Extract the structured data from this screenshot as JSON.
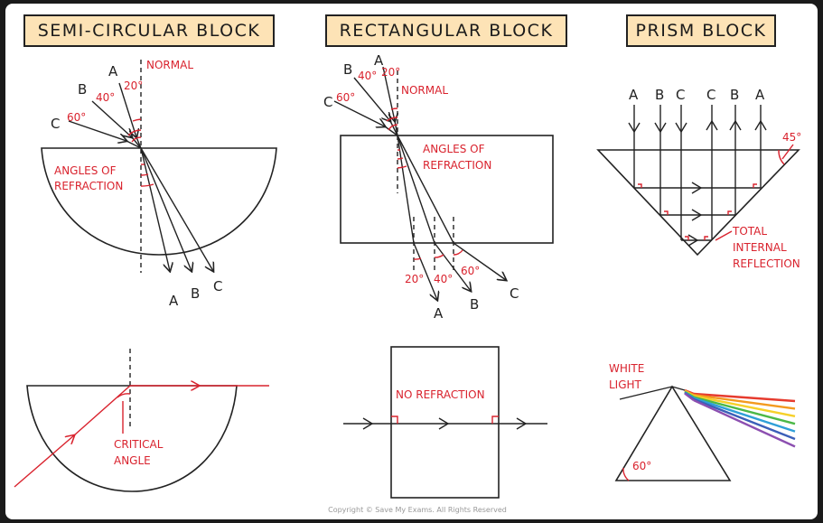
{
  "titles": {
    "semi": "SEMI-CIRCULAR BLOCK",
    "rect": "RECTANGULAR BLOCK",
    "prism": "PRISM BLOCK"
  },
  "labels": {
    "normal": "NORMAL",
    "angles_of": "ANGLES OF",
    "refraction": "REFRACTION",
    "ray_a": "A",
    "ray_b": "B",
    "ray_c": "C",
    "ang_20": "20°",
    "ang_40": "40°",
    "ang_60": "60°",
    "ang_45": "45°",
    "critical": "CRITICAL",
    "angle": "ANGLE",
    "no_refraction": "NO REFRACTION",
    "total": "TOTAL",
    "internal": "INTERNAL",
    "reflection": "REFLECTION",
    "white": "WHITE",
    "light": "LIGHT"
  },
  "copyright": "Copyright © Save My Exams. All Rights Reserved",
  "colors": {
    "title_bg": "#fde3b6",
    "annotation": "#d9232e",
    "spectrum": [
      "#e63b2e",
      "#f39a1f",
      "#f6d02a",
      "#4cb847",
      "#2f9fd8",
      "#3b5fb8",
      "#8c4fb0"
    ]
  }
}
